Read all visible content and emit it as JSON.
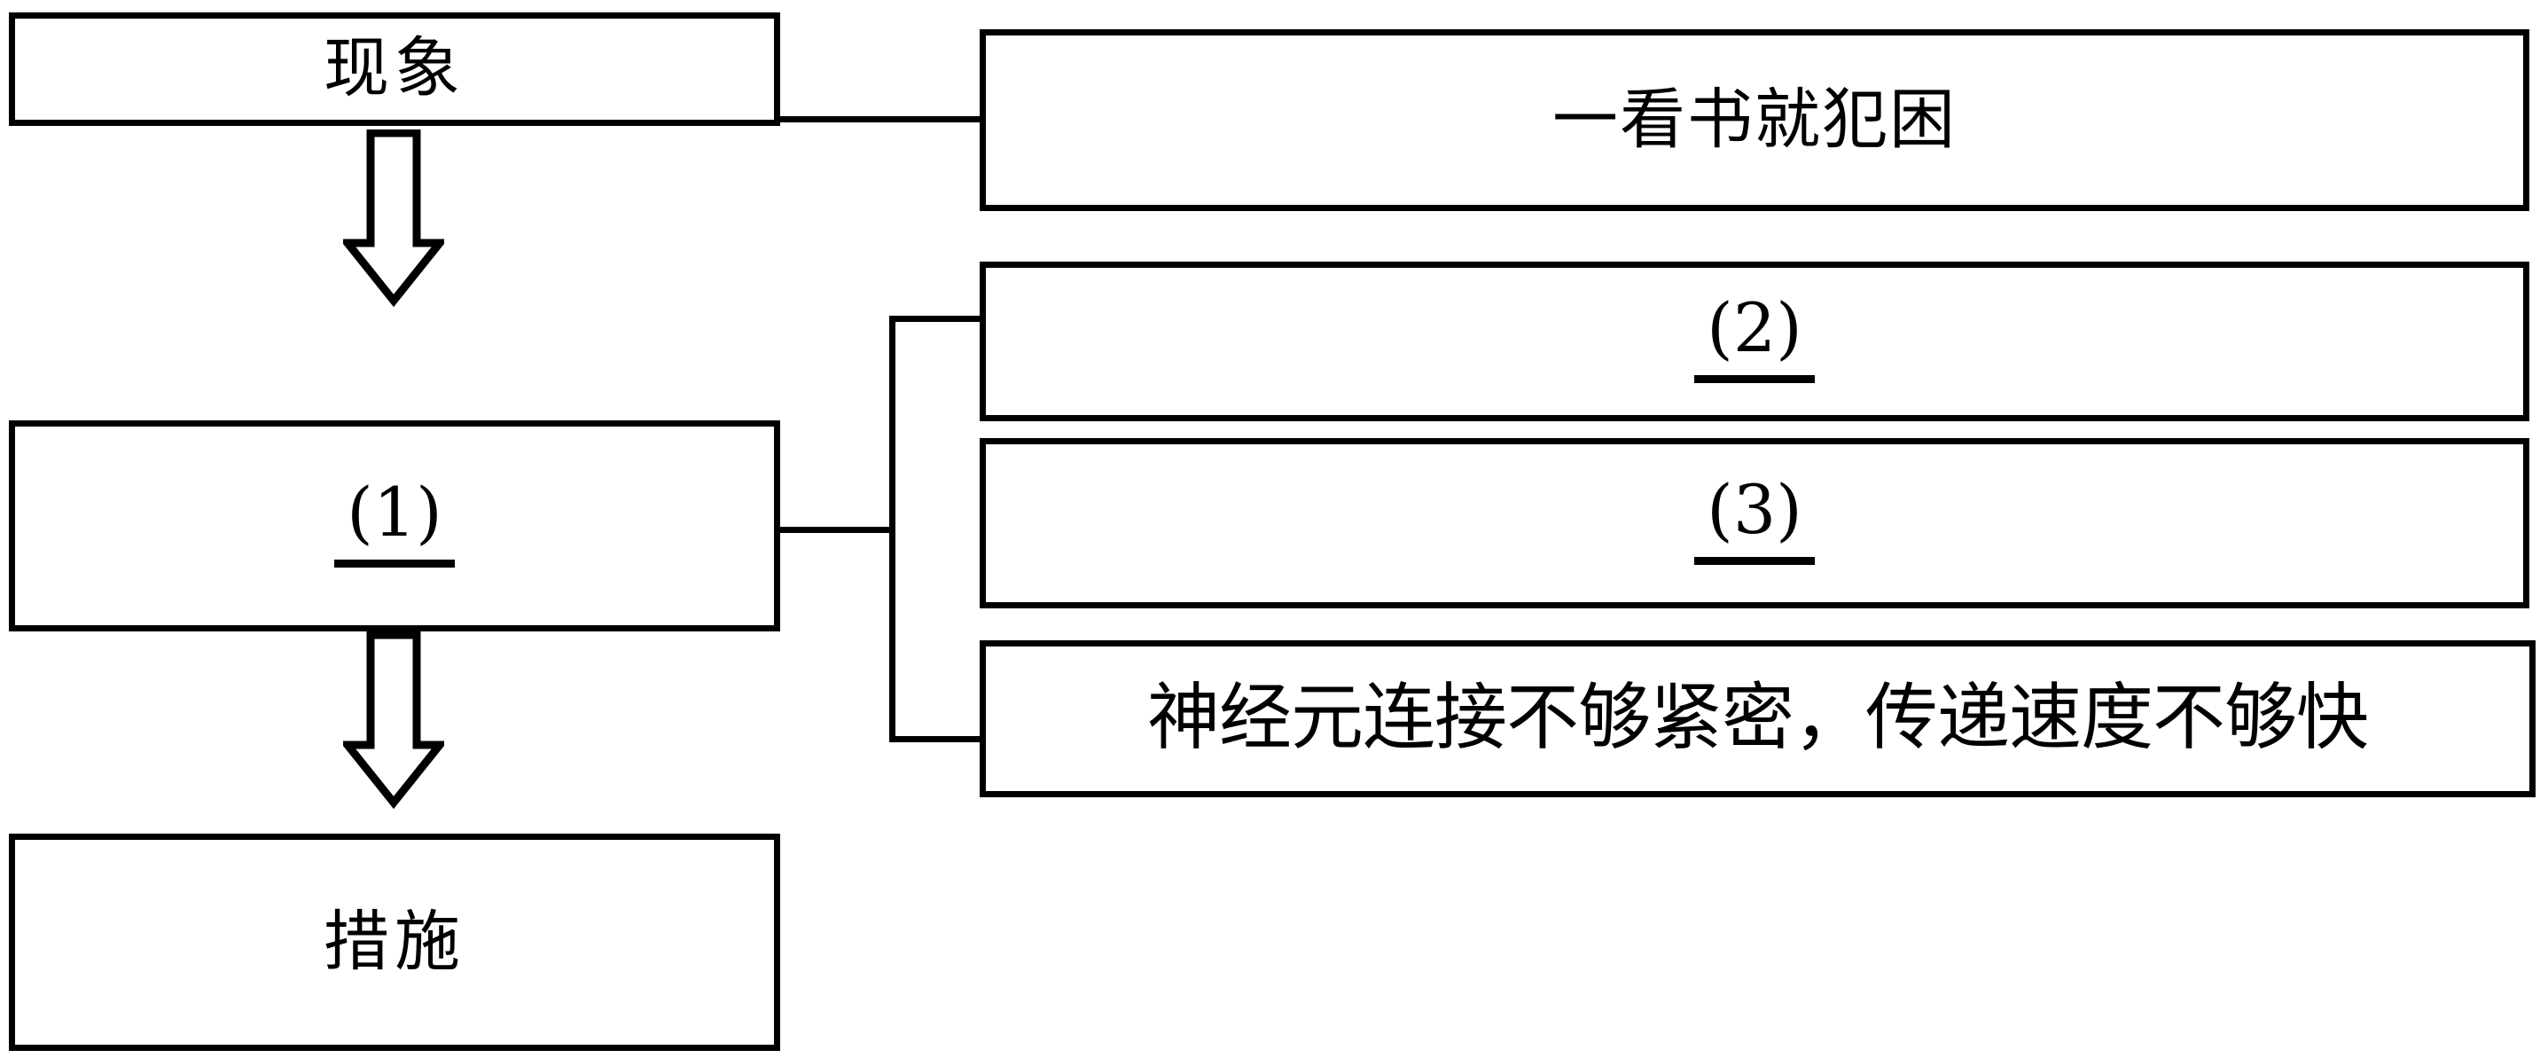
{
  "diagram": {
    "title": "现象-原因-措施流程图",
    "stroke_color": "#000000",
    "background_color": "#ffffff",
    "left_column": {
      "phenomenon": {
        "label": "现象",
        "name": "phenomenon-box"
      },
      "cause": {
        "label": "(1)",
        "is_blank": true,
        "name": "cause-blank-box"
      },
      "measure": {
        "label": "措施",
        "name": "measure-box"
      }
    },
    "right_column": {
      "detail_1": {
        "label": "一看书就犯困",
        "is_blank": false
      },
      "detail_2": {
        "label": "(2)",
        "is_blank": true
      },
      "detail_3": {
        "label": "(3)",
        "is_blank": true
      },
      "detail_4": {
        "label": "神经元连接不够紧密，传递速度不够快",
        "is_blank": false
      }
    },
    "connectors": {
      "phenomenon_to_detail_1": "straight-line",
      "cause_to_details": "bracket",
      "phenomenon_to_cause": "down-block-arrow",
      "cause_to_measure": "down-block-arrow"
    }
  }
}
